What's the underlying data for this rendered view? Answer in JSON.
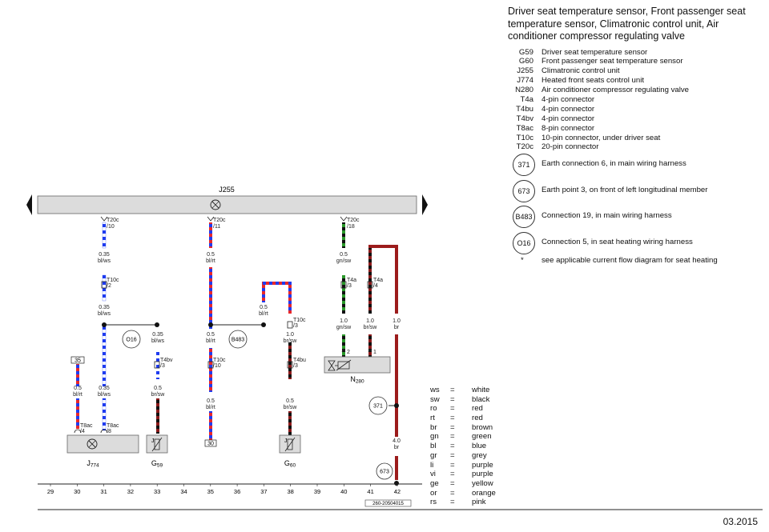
{
  "title": "Driver seat temperature sensor, Front passenger seat temperature sensor, Climatronic control unit, Air conditioner compressor regulating valve",
  "components": [
    {
      "code": "G59",
      "desc": "Driver seat temperature sensor"
    },
    {
      "code": "G60",
      "desc": "Front passenger seat temperature sensor"
    },
    {
      "code": "J255",
      "desc": "Climatronic control unit"
    },
    {
      "code": "J774",
      "desc": "Heated front seats control unit"
    },
    {
      "code": "N280",
      "desc": "Air conditioner compressor regulating valve"
    },
    {
      "code": "T4a",
      "desc": "4-pin connector"
    },
    {
      "code": "T4bu",
      "desc": "4-pin connector"
    },
    {
      "code": "T4bv",
      "desc": "4-pin connector"
    },
    {
      "code": "T8ac",
      "desc": "8-pin connector"
    },
    {
      "code": "T10c",
      "desc": "10-pin connector, under driver seat"
    },
    {
      "code": "T20c",
      "desc": "20-pin connector"
    }
  ],
  "earths": [
    {
      "code": "371",
      "desc": "Earth connection 6, in main wiring harness"
    },
    {
      "code": "673",
      "desc": "Earth point 3, on front of left longitudinal member"
    },
    {
      "code": "B483",
      "desc": "Connection 19, in main wiring harness"
    },
    {
      "code": "O16",
      "desc": "Connection 5, in seat heating wiring harness"
    }
  ],
  "note": {
    "code": "*",
    "desc": "see applicable current flow diagram for seat heating"
  },
  "color_codes": [
    {
      "abbr": "ws",
      "name": "white"
    },
    {
      "abbr": "sw",
      "name": "black"
    },
    {
      "abbr": "ro",
      "name": "red"
    },
    {
      "abbr": "rt",
      "name": "red"
    },
    {
      "abbr": "br",
      "name": "brown"
    },
    {
      "abbr": "gn",
      "name": "green"
    },
    {
      "abbr": "bl",
      "name": "blue"
    },
    {
      "abbr": "gr",
      "name": "grey"
    },
    {
      "abbr": "li",
      "name": "purple"
    },
    {
      "abbr": "vi",
      "name": "purple"
    },
    {
      "abbr": "ge",
      "name": "yellow"
    },
    {
      "abbr": "or",
      "name": "orange"
    },
    {
      "abbr": "rs",
      "name": "pink"
    }
  ],
  "date": "03.2015",
  "diagram": {
    "control_unit": "J255",
    "tracks": [
      "29",
      "30",
      "31",
      "32",
      "33",
      "34",
      "35",
      "36",
      "37",
      "38",
      "39",
      "40",
      "41",
      "42"
    ],
    "ref_number": "260-20504015",
    "pin_labels": {
      "t20c_10": [
        "T20c",
        "/10"
      ],
      "t20c_11": [
        "T20c",
        "/11"
      ],
      "t20c_18": [
        "T20c",
        "/18"
      ],
      "t10c_2": [
        "T10c",
        "/2"
      ],
      "t10c_10": [
        "T10c",
        "/10"
      ],
      "t10c_3": [
        "T10c",
        "/3"
      ],
      "t4a_3": [
        "T4a",
        "/3"
      ],
      "t4a_4": [
        "T4a",
        "/4"
      ],
      "t4bv_3": [
        "T4bv",
        "/3"
      ],
      "t4bu_3": [
        "T4bu",
        "/3"
      ],
      "t8ac_4": [
        "T8ac",
        "/4"
      ],
      "t8ac_8": [
        "T8ac",
        "/8"
      ],
      "n280_2": [
        "2"
      ],
      "n280_1": [
        "1"
      ]
    },
    "wire_labels": {
      "w31a": [
        "0.35",
        "bl/ws"
      ],
      "w31b": [
        "0.35",
        "bl/ws"
      ],
      "w31c": [
        "0.35",
        "bl/ws"
      ],
      "w33a": [
        "0.35",
        "bl/ws"
      ],
      "w33b": [
        "0.5",
        "br/sw"
      ],
      "w30": [
        "0.5",
        "bl/rt"
      ],
      "w35a": [
        "0.5",
        "bl/rt"
      ],
      "w35b": [
        "0.5",
        "bl/rt"
      ],
      "w35c": [
        "0.5",
        "bl/rt"
      ],
      "w37": [
        "0.5",
        "bl/rt"
      ],
      "w38a": [
        "1.0",
        "br/sw"
      ],
      "w38b": [
        "0.5",
        "br/sw"
      ],
      "w40a": [
        "0.5",
        "gn/sw"
      ],
      "w40b": [
        "1.0",
        "gn/sw"
      ],
      "w41": [
        "1.0",
        "br/sw"
      ],
      "w42a": [
        "1.0",
        "br"
      ],
      "w42b": [
        "4.0",
        "br"
      ]
    },
    "components": {
      "j774": {
        "letter": "J",
        "sub": "774"
      },
      "g59": {
        "letter": "G",
        "sub": "59"
      },
      "g60": {
        "letter": "G",
        "sub": "60"
      },
      "n280": {
        "letter": "N",
        "sub": "280"
      }
    },
    "box_labels": {
      "b35": "35",
      "b30": "30"
    },
    "circles": {
      "o16": "O16",
      "b483": "B483",
      "e371": "371",
      "e673": "673"
    }
  }
}
